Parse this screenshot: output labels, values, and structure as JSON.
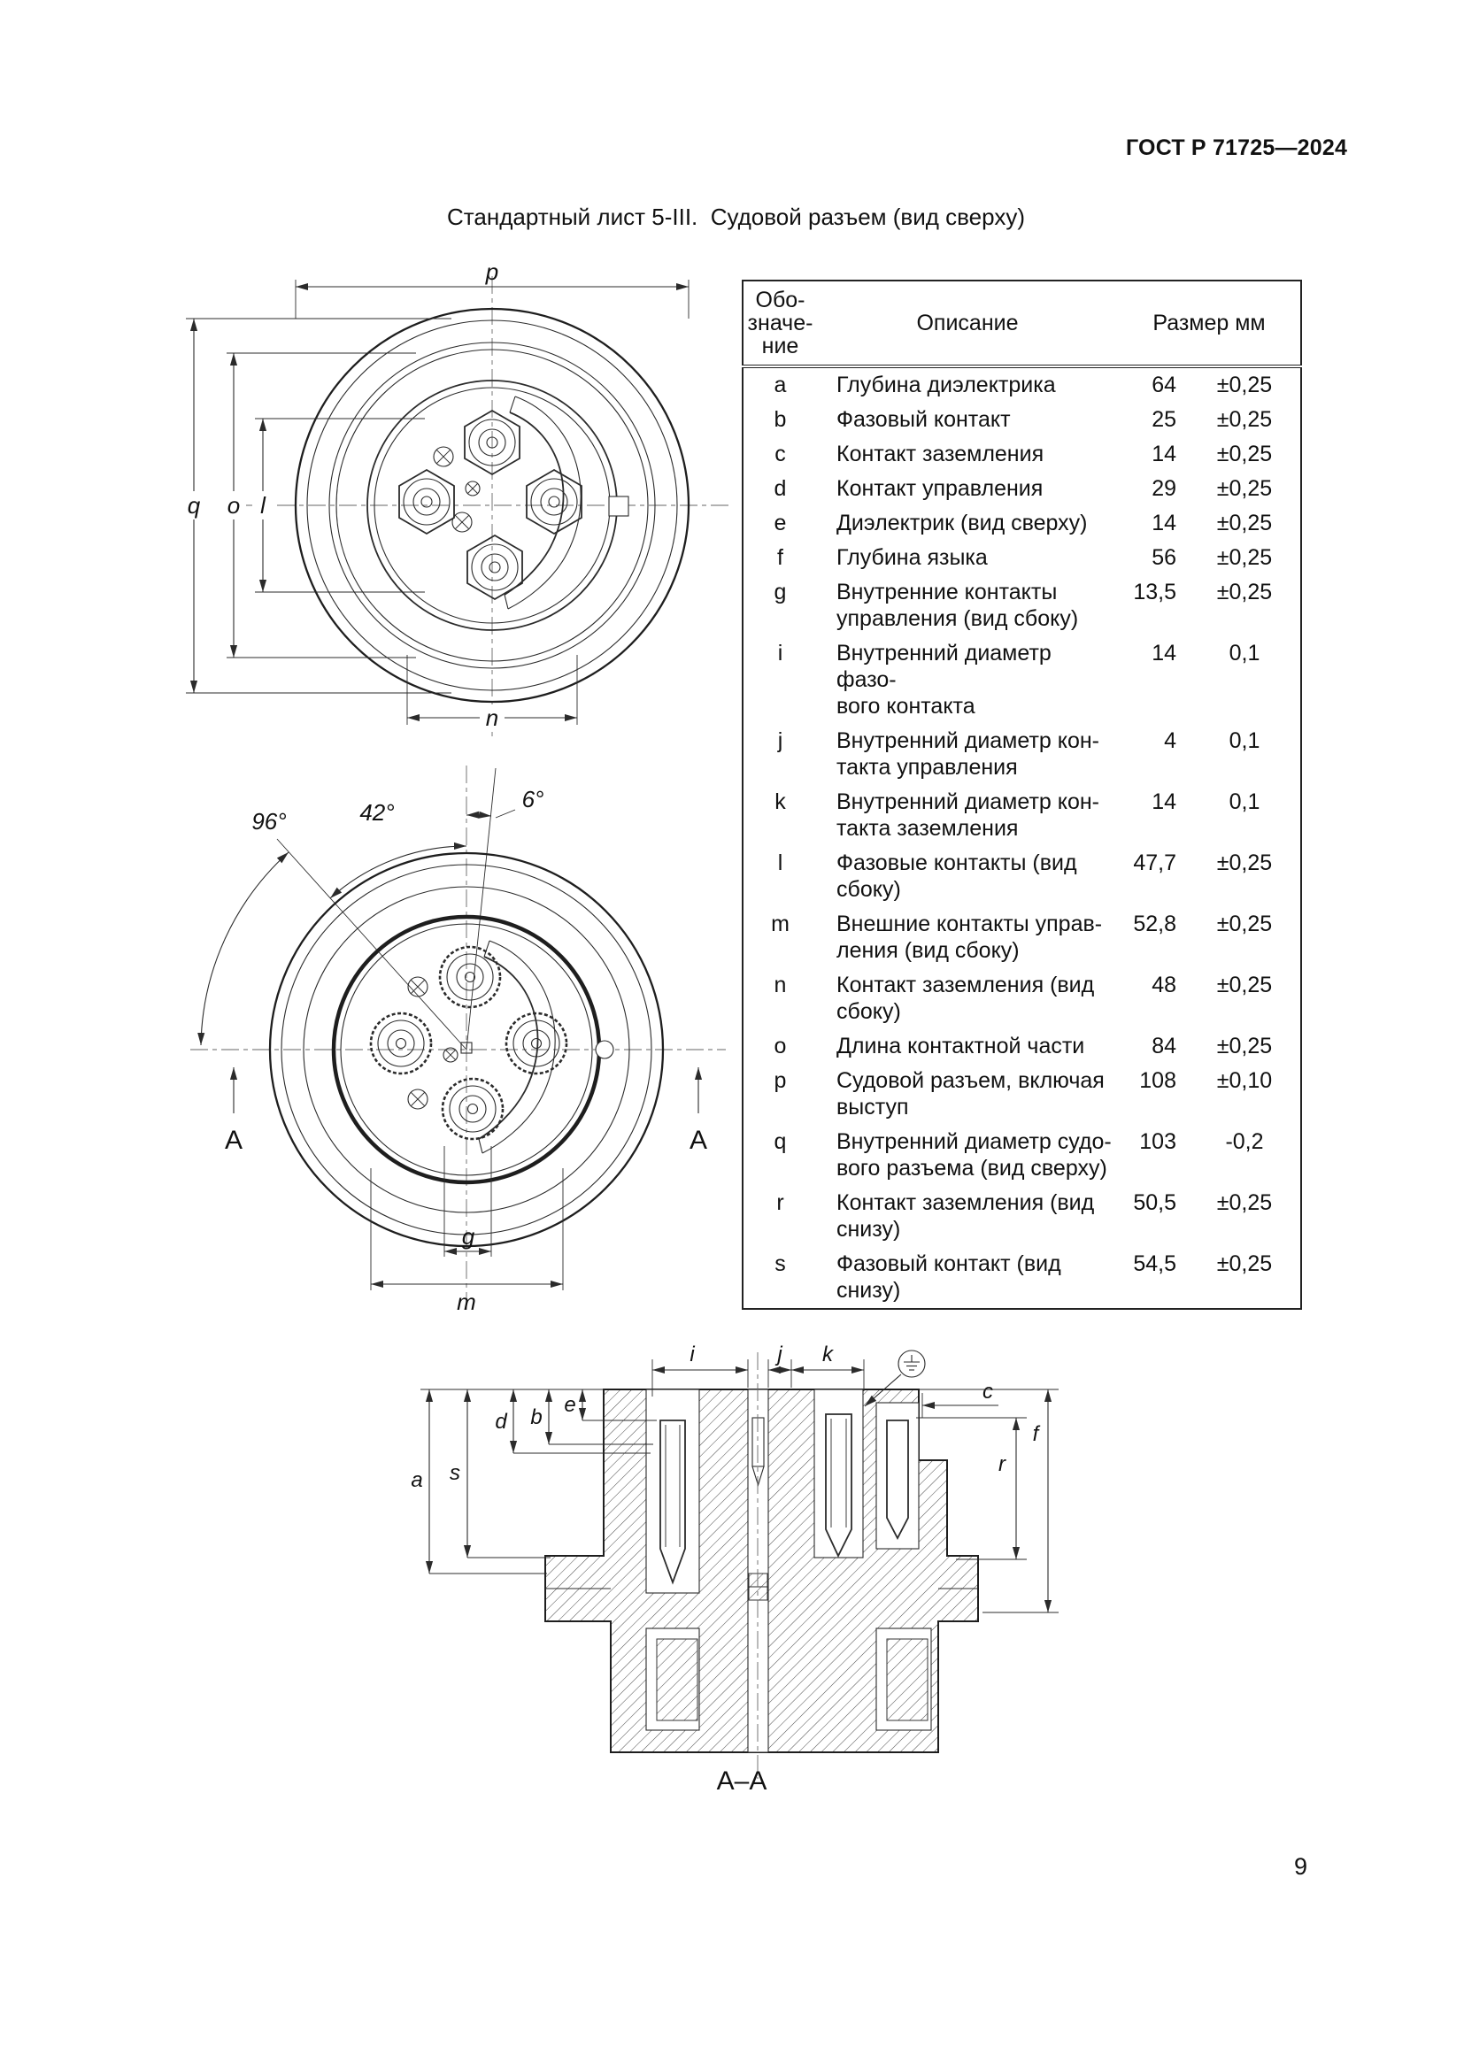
{
  "page": {
    "standard": "ГОСТ Р 71725—2024",
    "title": "Стандартный лист 5-III.  Судовой разъем (вид сверху)",
    "section_caption": "А–А",
    "page_number": "9"
  },
  "table": {
    "col_designation": "Обо-\nзначе-\nние",
    "col_description": "Описание",
    "col_size": "Размер мм",
    "rows": [
      {
        "id": "a",
        "desc": "Глубина диэлектрика",
        "size": "64",
        "tol": "±0,25"
      },
      {
        "id": "b",
        "desc": "Фазовый контакт",
        "size": "25",
        "tol": "±0,25"
      },
      {
        "id": "c",
        "desc": "Контакт заземления",
        "size": "14",
        "tol": "±0,25"
      },
      {
        "id": "d",
        "desc": "Контакт управления",
        "size": "29",
        "tol": "±0,25"
      },
      {
        "id": "e",
        "desc": "Диэлектрик (вид сверху)",
        "size": "14",
        "tol": "±0,25"
      },
      {
        "id": "f",
        "desc": "Глубина языка",
        "size": "56",
        "tol": "±0,25"
      },
      {
        "id": "g",
        "desc": "Внутренние контакты\nуправления (вид сбоку)",
        "size": "13,5",
        "tol": "±0,25"
      },
      {
        "id": "i",
        "desc": "Внутренний диаметр фазо-\nвого контакта",
        "size": "14",
        "tol": "0,1"
      },
      {
        "id": "j",
        "desc": "Внутренний диаметр кон-\nтакта  управления",
        "size": "4",
        "tol": "0,1"
      },
      {
        "id": "k",
        "desc": "Внутренний диаметр кон-\nтакта заземления",
        "size": "14",
        "tol": "0,1"
      },
      {
        "id": "l",
        "desc": "Фазовые контакты (вид\nсбоку)",
        "size": "47,7",
        "tol": "±0,25"
      },
      {
        "id": "m",
        "desc": "Внешние контакты управ-\nления (вид сбоку)",
        "size": "52,8",
        "tol": "±0,25"
      },
      {
        "id": "n",
        "desc": "Контакт заземления (вид\nсбоку)",
        "size": "48",
        "tol": "±0,25"
      },
      {
        "id": "o",
        "desc": "Длина контактной части",
        "size": "84",
        "tol": "±0,25"
      },
      {
        "id": "p",
        "desc": "Судовой разъем, включая\nвыступ",
        "size": "108",
        "tol": "±0,10"
      },
      {
        "id": "q",
        "desc": "Внутренний диаметр судо-\nвого разъема (вид сверху)",
        "size": "103",
        "tol": "-0,2"
      },
      {
        "id": "r",
        "desc": "Контакт заземления (вид\nснизу)",
        "size": "50,5",
        "tol": "±0,25"
      },
      {
        "id": "s",
        "desc": "Фазовый контакт (вид\nснизу)",
        "size": "54,5",
        "tol": "±0,25"
      }
    ]
  },
  "labels": {
    "p": "p",
    "q": "q",
    "o": "o",
    "l": "l",
    "n": "n",
    "g": "g",
    "m": "m",
    "a96": "96°",
    "a42": "42°",
    "a6": "6°",
    "sectionA": "А",
    "i": "i",
    "j": "j",
    "k": "k",
    "a": "a",
    "b": "b",
    "c": "c",
    "d": "d",
    "e": "e",
    "f": "f",
    "r": "r",
    "s": "s"
  }
}
